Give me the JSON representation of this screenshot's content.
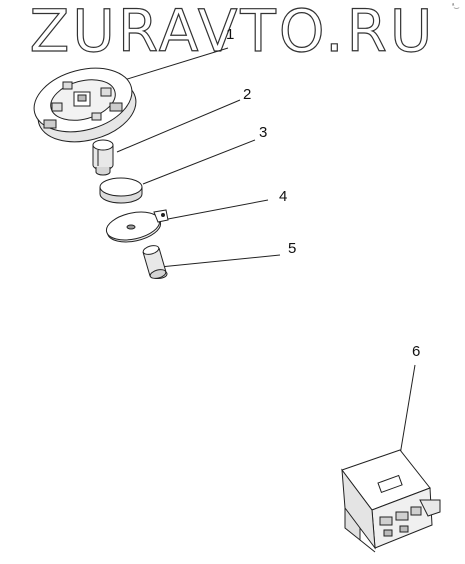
{
  "watermark": "ZURAVTO.RU",
  "corner_mark": "ᵃ‿",
  "callouts": [
    {
      "label": "1"
    },
    {
      "label": "2"
    },
    {
      "label": "3"
    },
    {
      "label": "4"
    },
    {
      "label": "5"
    },
    {
      "label": "6"
    }
  ],
  "colors": {
    "line": "#222222",
    "fill": "#ffffff",
    "shade": "#d9d9d9"
  }
}
